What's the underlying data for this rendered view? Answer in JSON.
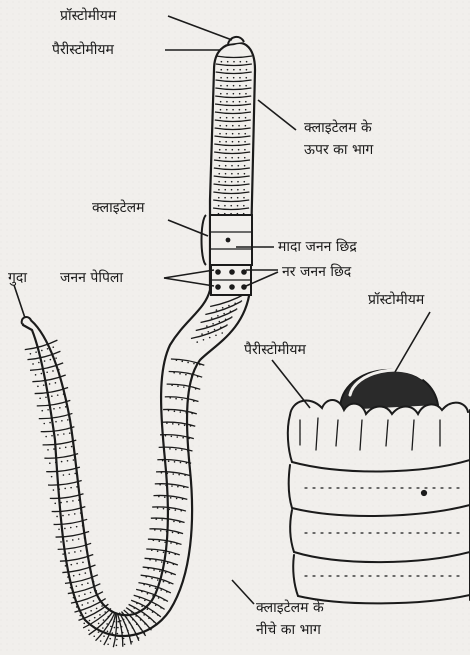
{
  "labels": {
    "prostomium_top": "प्रॉस्टोमीयम",
    "peristomium_top": "पैरीस्टोमीयम",
    "clitellum_upper_line1": "क्लाइटेलम के",
    "clitellum_upper_line2": "ऊपर का भाग",
    "clitellum": "क्लाइटेलम",
    "female_pore": "मादा जनन छिद्र",
    "genital_papilla": "जनन पेपिला",
    "male_pore": "नर जनन छिद",
    "anus": "गुदा",
    "prostomium_detail": "प्रॉस्टोमीयम",
    "peristomium_detail": "पैरीस्टोमीयम",
    "clitellum_lower_line1": "क्लाइटेलम के",
    "clitellum_lower_line2": "नीचे का भाग"
  }
}
